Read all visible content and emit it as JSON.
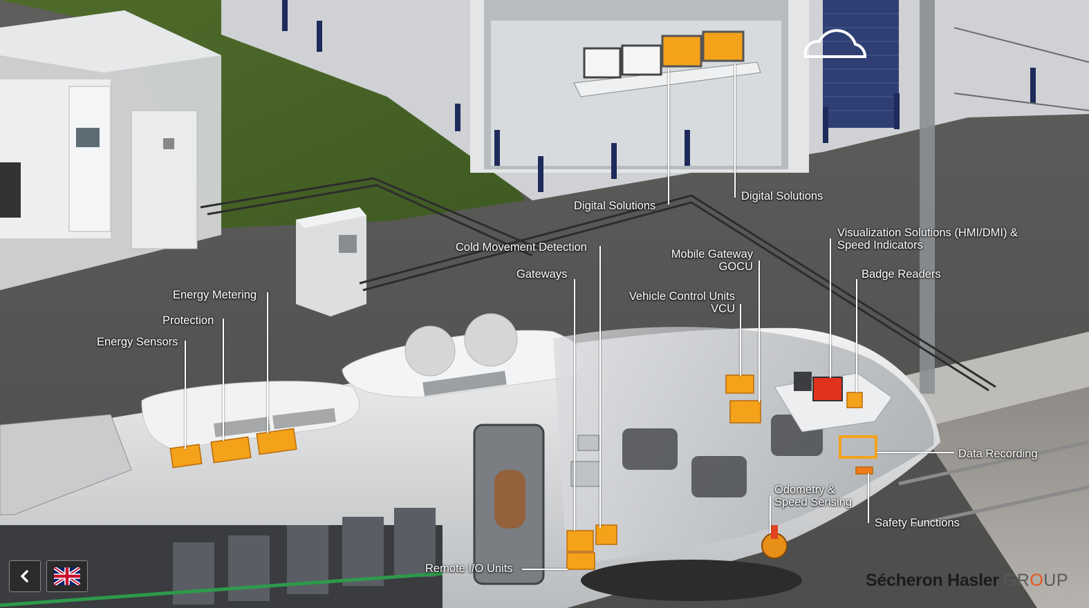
{
  "labels": {
    "digital_solutions_1": "Digital Solutions",
    "digital_solutions_2": "Digital Solutions",
    "cold_movement": "Cold Movement Detection",
    "gateways": "Gateways",
    "mobile_gateway_1": "Mobile Gateway",
    "mobile_gateway_2": "GOCU",
    "vcu_1": "Vehicle Control Units",
    "vcu_2": "VCU",
    "visualization_1": "Visualization Solutions (HMI/DMI) &",
    "visualization_2": "Speed Indicators",
    "badge_readers": "Badge Readers",
    "energy_metering": "Energy Metering",
    "protection": "Protection",
    "energy_sensors": "Energy Sensors",
    "data_recording": "Data Recording",
    "odometry_1": "Odometry &",
    "odometry_2": "Speed Sensing",
    "safety_functions": "Safety Functions",
    "remote_io": "Remote I/O Units"
  },
  "nav": {
    "back_icon": "chevron-left-icon",
    "language_icon": "uk-flag-icon"
  },
  "logo": {
    "brand": "Sécheron Hasler",
    "group_pre": "GR",
    "group_o": "O",
    "group_post": "UP"
  },
  "colors": {
    "accent_orange": "#f5a21b",
    "label_text": "#ffffff",
    "logo_text": "#1c1c1c"
  }
}
